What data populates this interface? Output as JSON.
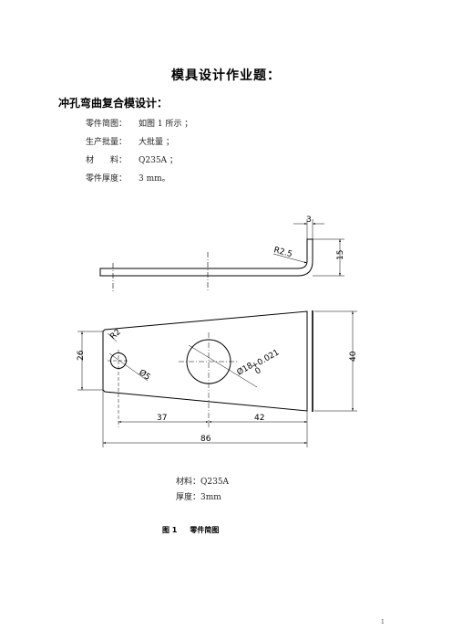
{
  "title": "模具设计作业题：",
  "section": "冲孔弯曲复合模设计：",
  "specs": [
    {
      "label": "零件简图：",
      "value": "如图 1 所示 ；"
    },
    {
      "label": "生产批量：",
      "value": "大批量 ；"
    },
    {
      "label": "材　　料：",
      "value": "Q235A ；"
    },
    {
      "label": "零件厚度：",
      "value": "3 mm。"
    }
  ],
  "drawing": {
    "dims": {
      "thickness_top": "3",
      "bend_radius": "R2.5",
      "height": "15",
      "left_height": "26",
      "right_height": "40",
      "corner_radius": "R2",
      "small_hole": "Ø5",
      "big_hole": "Ø18",
      "big_hole_tol": "+0.021",
      "big_hole_tol_low": "0",
      "dist_left": "37",
      "dist_right": "42",
      "total_length": "86"
    },
    "material_note": "材料：Q235A",
    "thickness_note": "厚度：3mm"
  },
  "caption": {
    "fig": "图 1",
    "text": "零件简图"
  },
  "page_number": "1"
}
